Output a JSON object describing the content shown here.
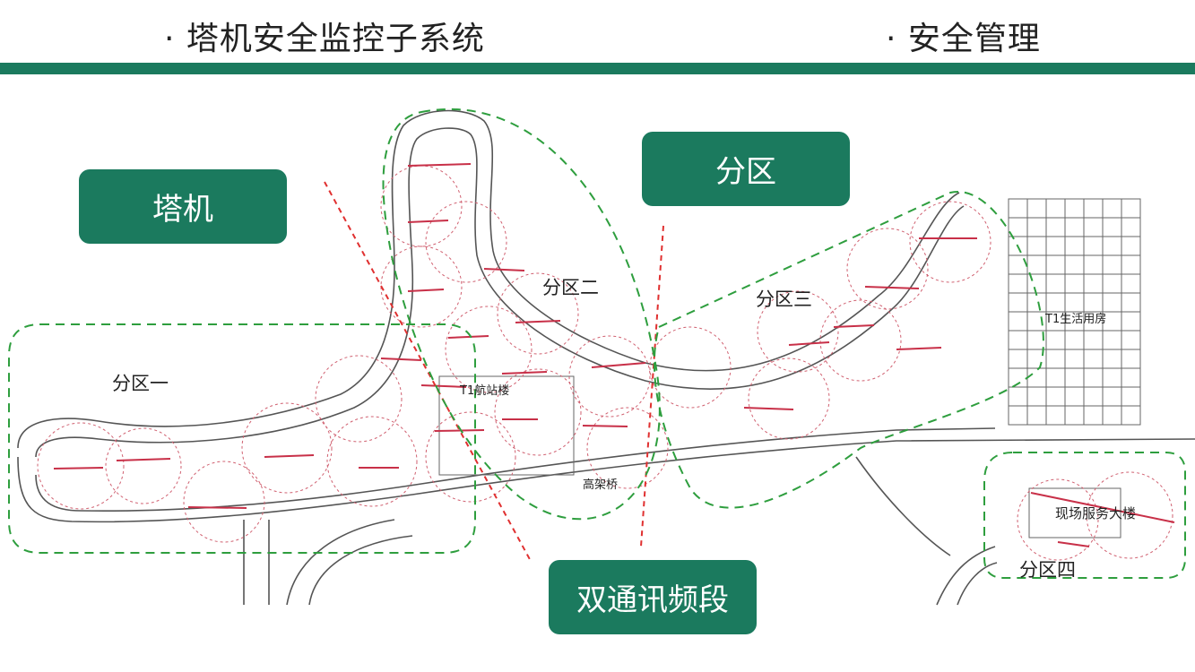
{
  "header": {
    "left_title": "· 塔机安全监控子系统",
    "right_title": "· 安全管理",
    "accent_color": "#1b7a5e"
  },
  "tags": {
    "crane": "塔机",
    "partition": "分区",
    "dual_band": "双通讯频段"
  },
  "zones": {
    "zone1": "分区一",
    "zone2": "分区二",
    "zone3": "分区三",
    "zone4": "分区四"
  },
  "buildings": {
    "terminal": "T1航站楼",
    "dormitory": "T1生活用房",
    "service": "现场服务大楼",
    "bridge": "高架桥"
  },
  "colors": {
    "zone_boundary": "#2e9e3e",
    "band_divider": "#e03030",
    "crane_arm": "#c83048",
    "crane_radius": "#d06070",
    "road": "#555555"
  }
}
